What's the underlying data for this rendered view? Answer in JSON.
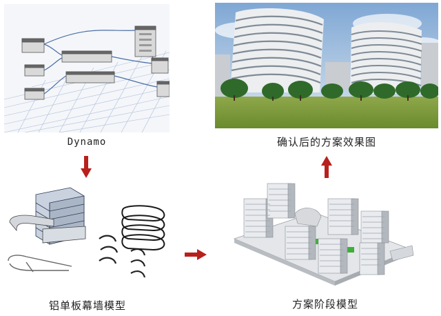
{
  "captions": {
    "dynamo": "Dynamo",
    "rendering": "确认后的方案效果图",
    "curtain_wall": "铝单板幕墙模型",
    "scheme": "方案阶段模型"
  },
  "colors": {
    "arrow": "#b8201c",
    "sky": "#a9c6e3",
    "lawn": "#7d9a3d",
    "tree": "#2f6a2a",
    "building": "#eceef0",
    "glass": "#7f8a95",
    "grid": "#8fa6c9",
    "node": "#d9d9d9",
    "wire": "#4a6fa5"
  },
  "icons": {
    "arrow_down": "red-arrow-down-icon",
    "arrow_up": "red-arrow-up-icon",
    "arrow_right": "red-arrow-right-icon"
  }
}
